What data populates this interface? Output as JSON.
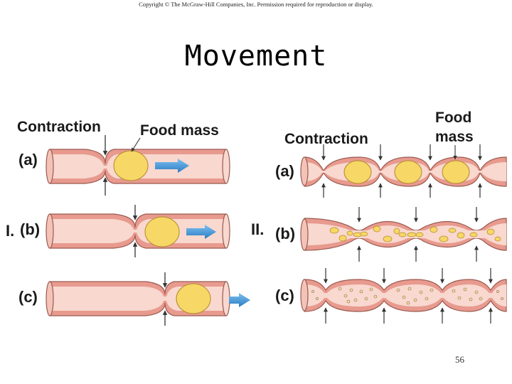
{
  "copyright": "Copyright © The McGraw-Hill Companies, Inc. Permission required for reproduction or display.",
  "title": "Movement",
  "panel_one": {
    "roman_label": "I.",
    "contraction_label": "Contraction",
    "food_mass_label": "Food mass",
    "steps": [
      {
        "label": "(a)"
      },
      {
        "label": "(b)"
      },
      {
        "label": "(c)"
      }
    ]
  },
  "panel_two": {
    "roman_label": "II.",
    "contraction_label": "Contraction",
    "food_mass_label": "Food\nmass",
    "steps": [
      {
        "label": "(a)"
      },
      {
        "label": "(b)"
      },
      {
        "label": "(c)"
      }
    ]
  },
  "page_number": "56",
  "colors": {
    "tube_wall": "#e89a8e",
    "tube_lumen": "#f8d8cf",
    "food": "#f7d766",
    "arrow": "#3a8fd6"
  }
}
